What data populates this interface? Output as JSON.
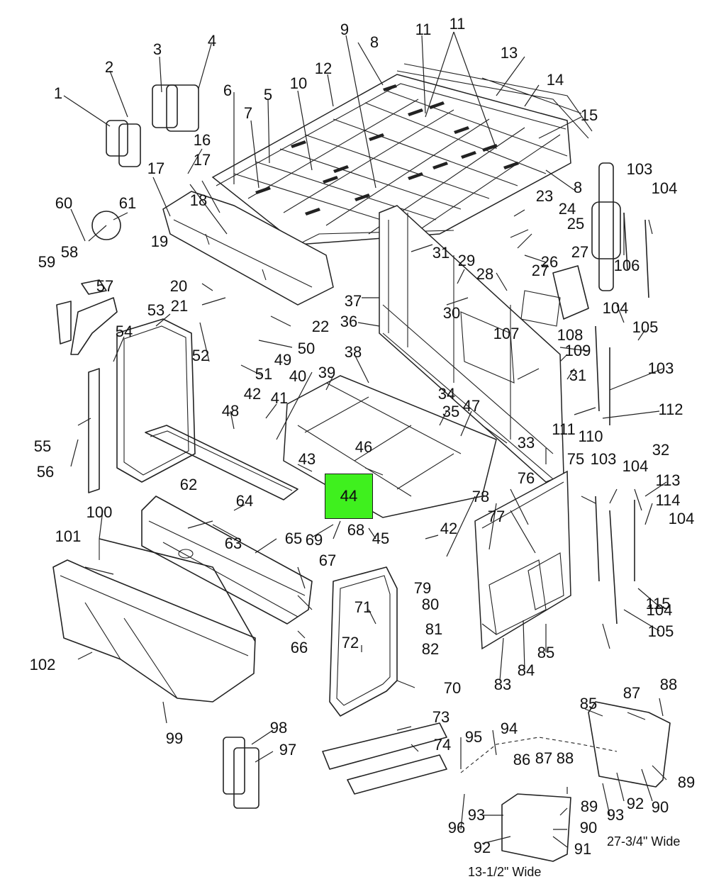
{
  "callouts": [
    "1",
    "2",
    "3",
    "4",
    "5",
    "6",
    "7",
    "8",
    "8",
    "9",
    "10",
    "11",
    "11",
    "12",
    "13",
    "14",
    "15",
    "16",
    "17",
    "17",
    "18",
    "19",
    "20",
    "21",
    "22",
    "23",
    "24",
    "25",
    "26",
    "27",
    "27",
    "28",
    "29",
    "30",
    "31",
    "31",
    "32",
    "33",
    "34",
    "35",
    "36",
    "37",
    "38",
    "39",
    "40",
    "41",
    "42",
    "42",
    "43",
    "44",
    "45",
    "46",
    "47",
    "48",
    "49",
    "50",
    "51",
    "52",
    "53",
    "54",
    "55",
    "56",
    "57",
    "58",
    "59",
    "60",
    "61",
    "62",
    "63",
    "64",
    "65",
    "66",
    "67",
    "68",
    "69",
    "70",
    "71",
    "72",
    "73",
    "74",
    "75",
    "76",
    "77",
    "78",
    "79",
    "80",
    "81",
    "82",
    "83",
    "84",
    "85",
    "85",
    "86",
    "87",
    "87",
    "88",
    "88",
    "89",
    "89",
    "90",
    "90",
    "91",
    "92",
    "92",
    "93",
    "93",
    "94",
    "95",
    "96",
    "97",
    "98",
    "99",
    "100",
    "101",
    "102",
    "103",
    "103",
    "103",
    "104",
    "104",
    "104",
    "104",
    "104",
    "105",
    "105",
    "106",
    "107",
    "108",
    "109",
    "110",
    "111",
    "112",
    "113",
    "114",
    "115"
  ],
  "highlight": {
    "label": "44",
    "color": "#3ff01e"
  },
  "captions": {
    "wide_large": "27-3/4\" Wide",
    "wide_small": "13-1/2\" Wide"
  }
}
